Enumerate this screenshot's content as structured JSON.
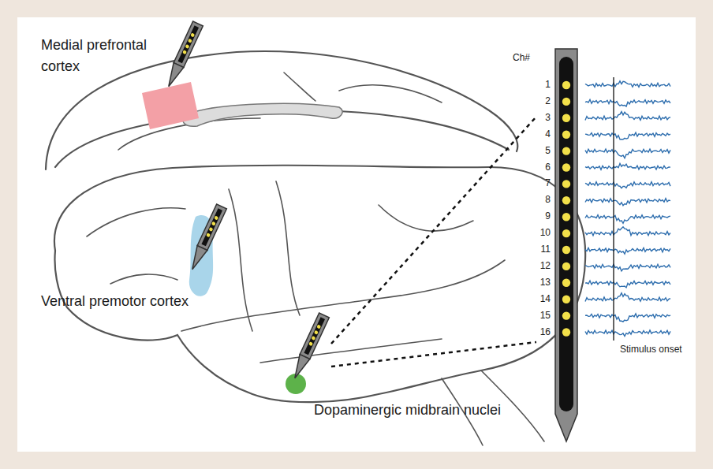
{
  "diagram": {
    "labels": [
      "Medial prefrontal cortex",
      "Ventral premotor cortex",
      "Dopaminergic midbrain nuclei",
      "Ch#",
      "1",
      "2",
      "3",
      "4",
      "5",
      "6",
      "7",
      "8",
      "9",
      "10",
      "11",
      "12",
      "13",
      "14",
      "15",
      "16",
      "Stimulus onset"
    ]
  }
}
